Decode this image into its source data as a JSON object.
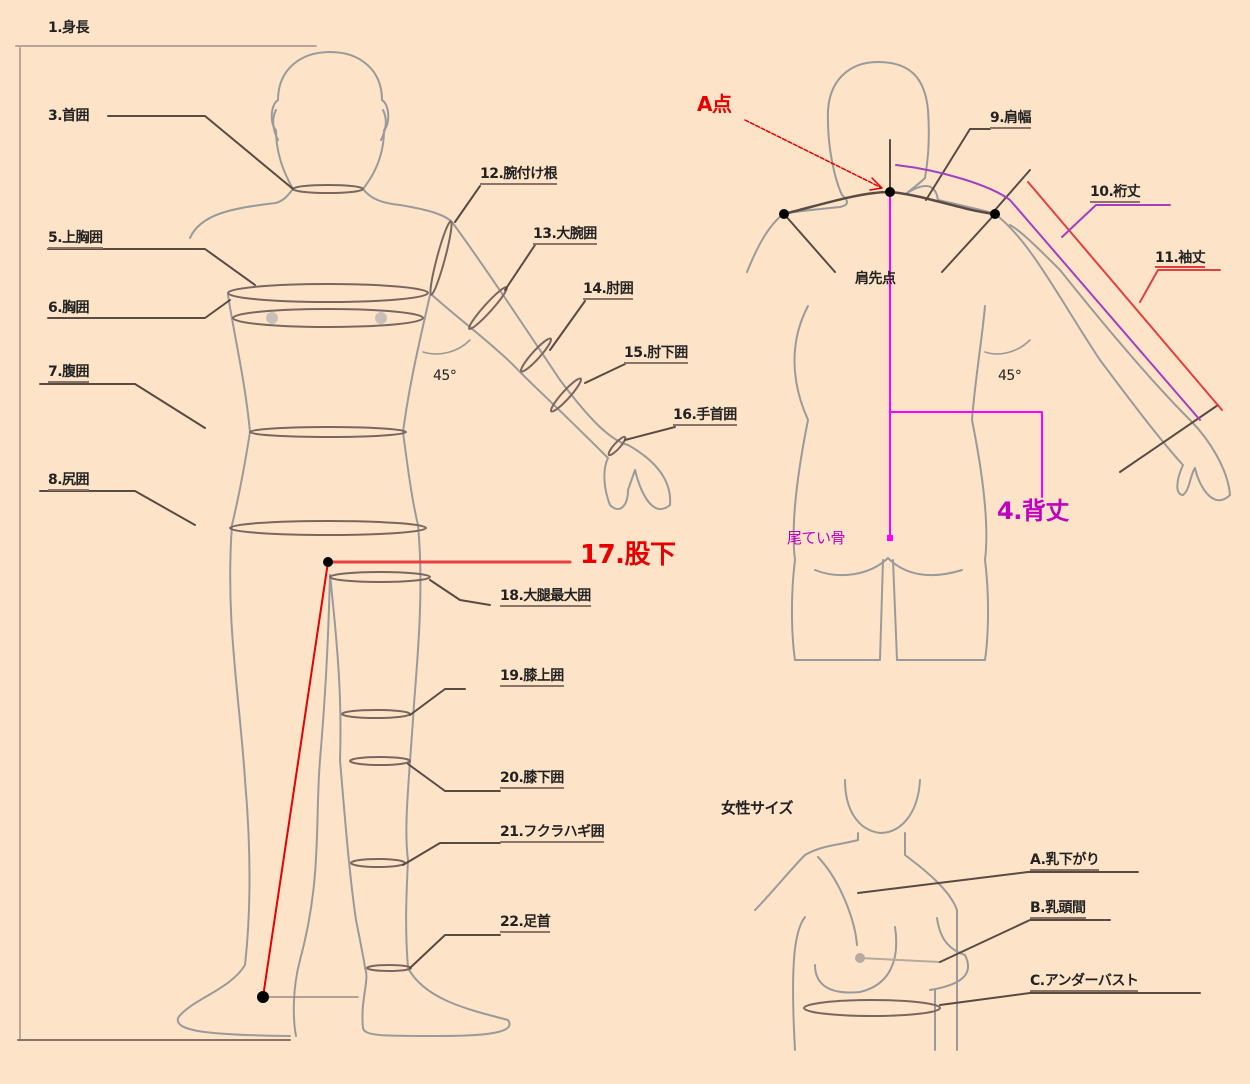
{
  "colors": {
    "background": "#fde4c8",
    "outline": "#9a9a9a",
    "leader": "#5a4a44",
    "label_underline": "#8a7468",
    "accent_red": "#e60000",
    "accent_magenta": "#c000c0",
    "sleeve_purple": "#a040c0",
    "sleeve_red": "#e04040"
  },
  "front_figure": {
    "labels": {
      "height": "1.身長",
      "neck": "3.首囲",
      "upper_chest": "5.上胸囲",
      "chest": "6.胸囲",
      "waist": "7.腹囲",
      "hip": "8.尻囲",
      "armhole": "12.腕付け根",
      "upper_arm": "13.大腕囲",
      "elbow": "14.肘囲",
      "below_elbow": "15.肘下囲",
      "wrist": "16.手首囲",
      "inseam": "17.股下",
      "thigh": "18.大腿最大囲",
      "above_knee": "19.膝上囲",
      "below_knee": "20.膝下囲",
      "calf": "21.フクラハギ囲",
      "ankle": "22.足首"
    },
    "angle": "45°"
  },
  "back_figure": {
    "labels": {
      "point_a": "A点",
      "shoulder_width": "9.肩幅",
      "yuki": "10.裄丈",
      "sleeve_length": "11.袖丈",
      "shoulder_point": "肩先点",
      "back_length": "4.背丈",
      "tailbone": "尾てい骨"
    },
    "angle": "45°"
  },
  "female_figure": {
    "title": "女性サイズ",
    "labels": {
      "bust_drop": "A.乳下がり",
      "bust_point_distance": "B.乳頭間",
      "underbust": "C.アンダーバスト"
    }
  }
}
